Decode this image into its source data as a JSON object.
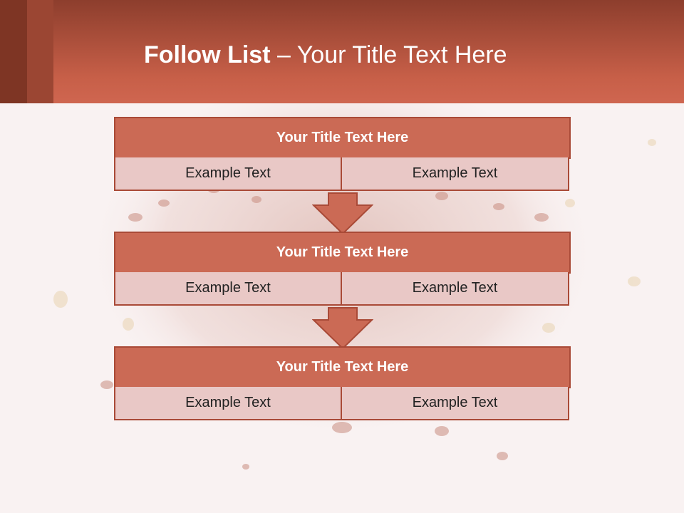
{
  "slide": {
    "title_bold": "Follow List",
    "title_rest": " – Your Title Text Here"
  },
  "blocks": [
    {
      "title": "Your Title Text Here",
      "left": "Example Text",
      "right": "Example Text"
    },
    {
      "title": "Your Title Text Here",
      "left": "Example Text",
      "right": "Example Text"
    },
    {
      "title": "Your Title Text Here",
      "left": "Example Text",
      "right": "Example Text"
    }
  ],
  "colors": {
    "header": "#c75f48",
    "block_title": "#cb6a55",
    "block_border": "#a94a37",
    "cell": "#e9c8c6",
    "arrow": "#cb6a55"
  }
}
